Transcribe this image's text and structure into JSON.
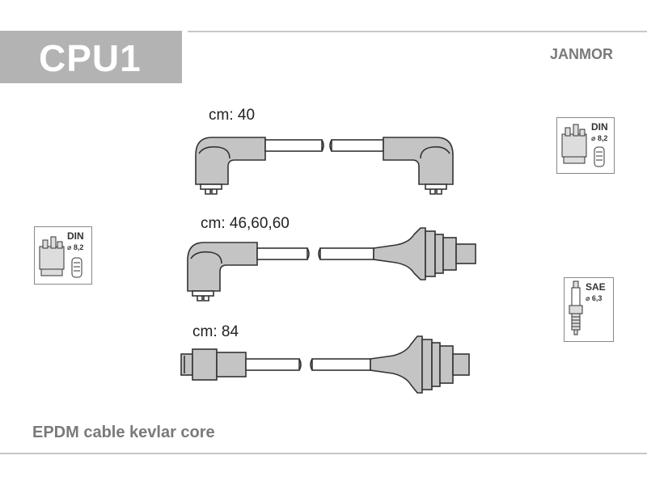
{
  "header": {
    "part_code": "CPU1",
    "brand": "JANMOR"
  },
  "cables": [
    {
      "length_label": "cm: 40"
    },
    {
      "length_label": "cm: 46,60,60"
    },
    {
      "length_label": "cm: 84"
    }
  ],
  "icons": {
    "distributor_right": {
      "standard": "DIN",
      "spec": "⌀ 8,2",
      "icon": "distributor-cap-icon"
    },
    "distributor_left": {
      "standard": "DIN",
      "spec": "⌀ 8,2",
      "icon": "distributor-cap-icon"
    },
    "spark_plug": {
      "standard": "SAE",
      "spec": "⌀ 6,3",
      "icon": "spark-plug-icon"
    }
  },
  "footer": {
    "description": "EPDM cable kevlar core"
  },
  "colors": {
    "header_box": "#b3b3b3",
    "boot_fill": "#c4c4c4",
    "text_gray": "#7a7a7a"
  }
}
